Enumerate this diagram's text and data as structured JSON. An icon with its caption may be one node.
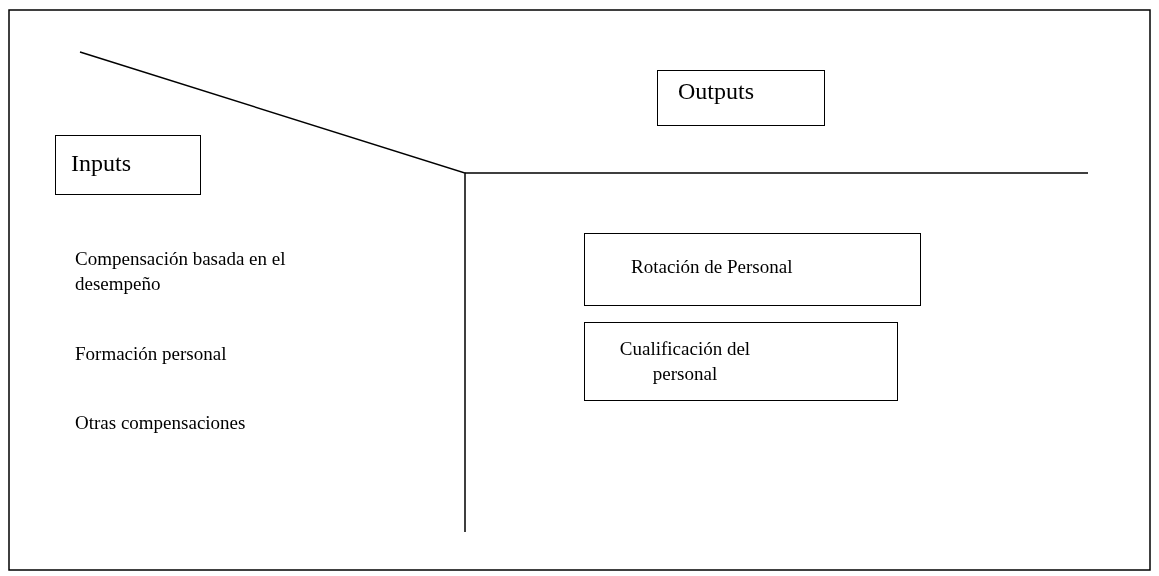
{
  "diagram": {
    "nodes": [
      {
        "text": [
          "Outputs"
        ]
      },
      {
        "text": [
          "Inputs"
        ]
      },
      {
        "text": [
          "Rotación de Personal"
        ]
      },
      {
        "text": [
          "Cualificación del personal"
        ]
      }
    ],
    "labels": [
      "Compensación basada en el desempeño",
      "Formación personal",
      "Otras compensaciones"
    ]
  }
}
